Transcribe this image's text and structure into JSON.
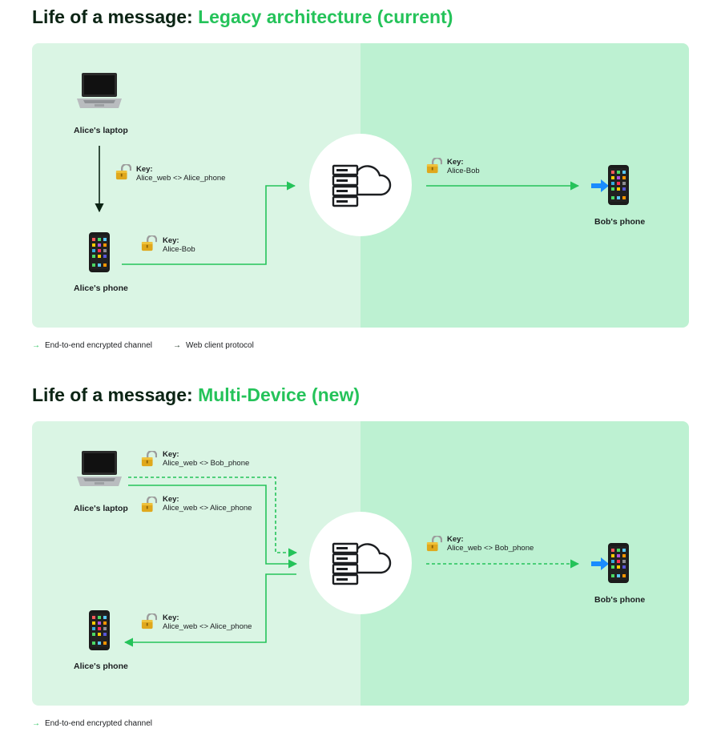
{
  "legacy": {
    "title_prefix": "Life of a message:",
    "title_accent": "Legacy architecture (current)",
    "alice_laptop_label": "Alice's laptop",
    "alice_phone_label": "Alice's phone",
    "bob_phone_label": "Bob's phone",
    "key_web": {
      "k": "Key:",
      "v": "Alice_web <> Alice_phone"
    },
    "key_phone": {
      "k": "Key:",
      "v": "Alice-Bob"
    },
    "key_server": {
      "k": "Key:",
      "v": "Alice-Bob"
    },
    "legend": [
      "End-to-end encrypted channel",
      "Web client protocol"
    ]
  },
  "multi": {
    "title_prefix": "Life of a message:",
    "title_accent": "Multi-Device (new)",
    "alice_laptop_label": "Alice's laptop",
    "alice_phone_label": "Alice's phone",
    "bob_phone_label": "Bob's phone",
    "key_top": {
      "k": "Key:",
      "v": "Alice_web <> Bob_phone"
    },
    "key_mid": {
      "k": "Key:",
      "v": "Alice_web <> Alice_phone"
    },
    "key_phone": {
      "k": "Key:",
      "v": "Alice_web <> Alice_phone"
    },
    "key_server": {
      "k": "Key:",
      "v": "Alice_web <> Bob_phone"
    },
    "legend": [
      "End-to-end encrypted channel"
    ]
  },
  "colors": {
    "accent": "#25c35a",
    "dark": "#0b2414",
    "panel_left": "#daf5e4",
    "panel_right": "#bdf1d2",
    "arrow_blue": "#1a8cff"
  },
  "icons": [
    "laptop-icon",
    "phone-icon",
    "lock-icon",
    "server-cloud-icon",
    "incoming-arrow-icon"
  ]
}
